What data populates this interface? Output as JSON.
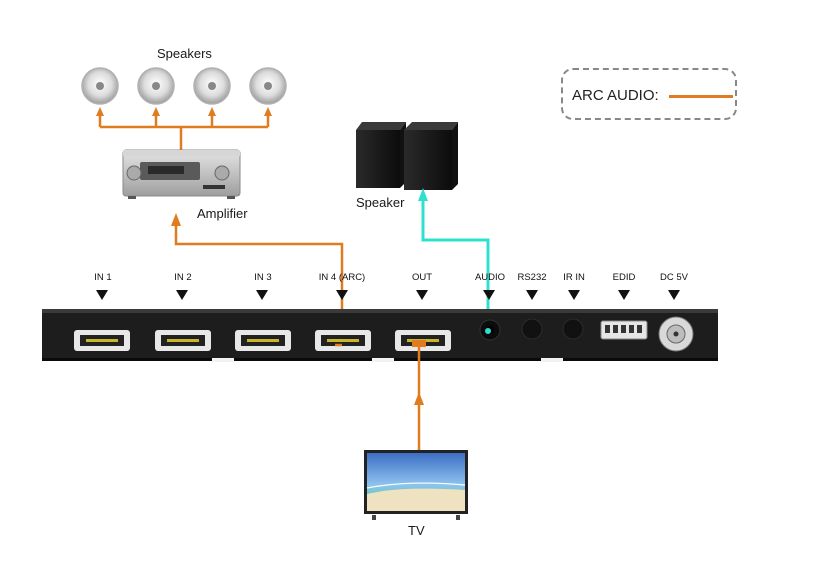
{
  "labels": {
    "speakers": "Speakers",
    "amplifier": "Amplifier",
    "speaker": "Speaker",
    "tv": "TV"
  },
  "legend": {
    "text": "ARC AUDIO:"
  },
  "ports": [
    {
      "label": "IN 1"
    },
    {
      "label": "IN 2"
    },
    {
      "label": "IN 3"
    },
    {
      "label": "IN 4 (ARC)"
    },
    {
      "label": "OUT"
    },
    {
      "label": "AUDIO"
    },
    {
      "label": "RS232"
    },
    {
      "label": "IR IN"
    },
    {
      "label": "EDID"
    },
    {
      "label": "DC 5V"
    }
  ],
  "colors": {
    "arc_line": "#e07b20",
    "audio_line": "#2fe0cf",
    "device_body": "#1d1d1d"
  }
}
